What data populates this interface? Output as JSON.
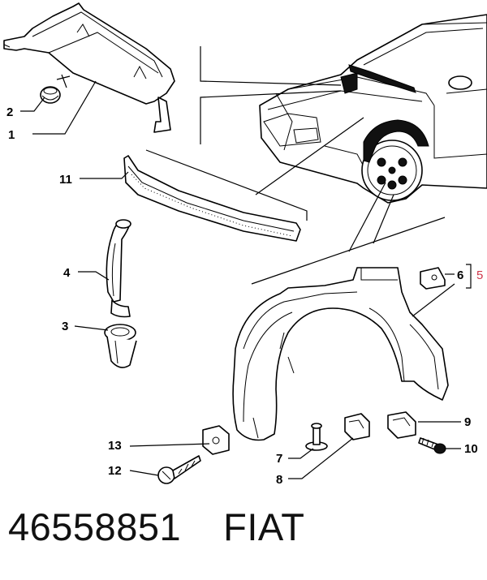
{
  "callouts": {
    "c1": "1",
    "c2": "2",
    "c3": "3",
    "c4": "4",
    "c5": "5",
    "c6": "6",
    "c7": "7",
    "c8": "8",
    "c9": "9",
    "c10": "10",
    "c11": "11",
    "c12": "12",
    "c13": "13"
  },
  "footer": {
    "part_number": "46558851",
    "brand": "FIAT"
  },
  "colors": {
    "highlight": "#d0364b",
    "ink": "#000000"
  }
}
